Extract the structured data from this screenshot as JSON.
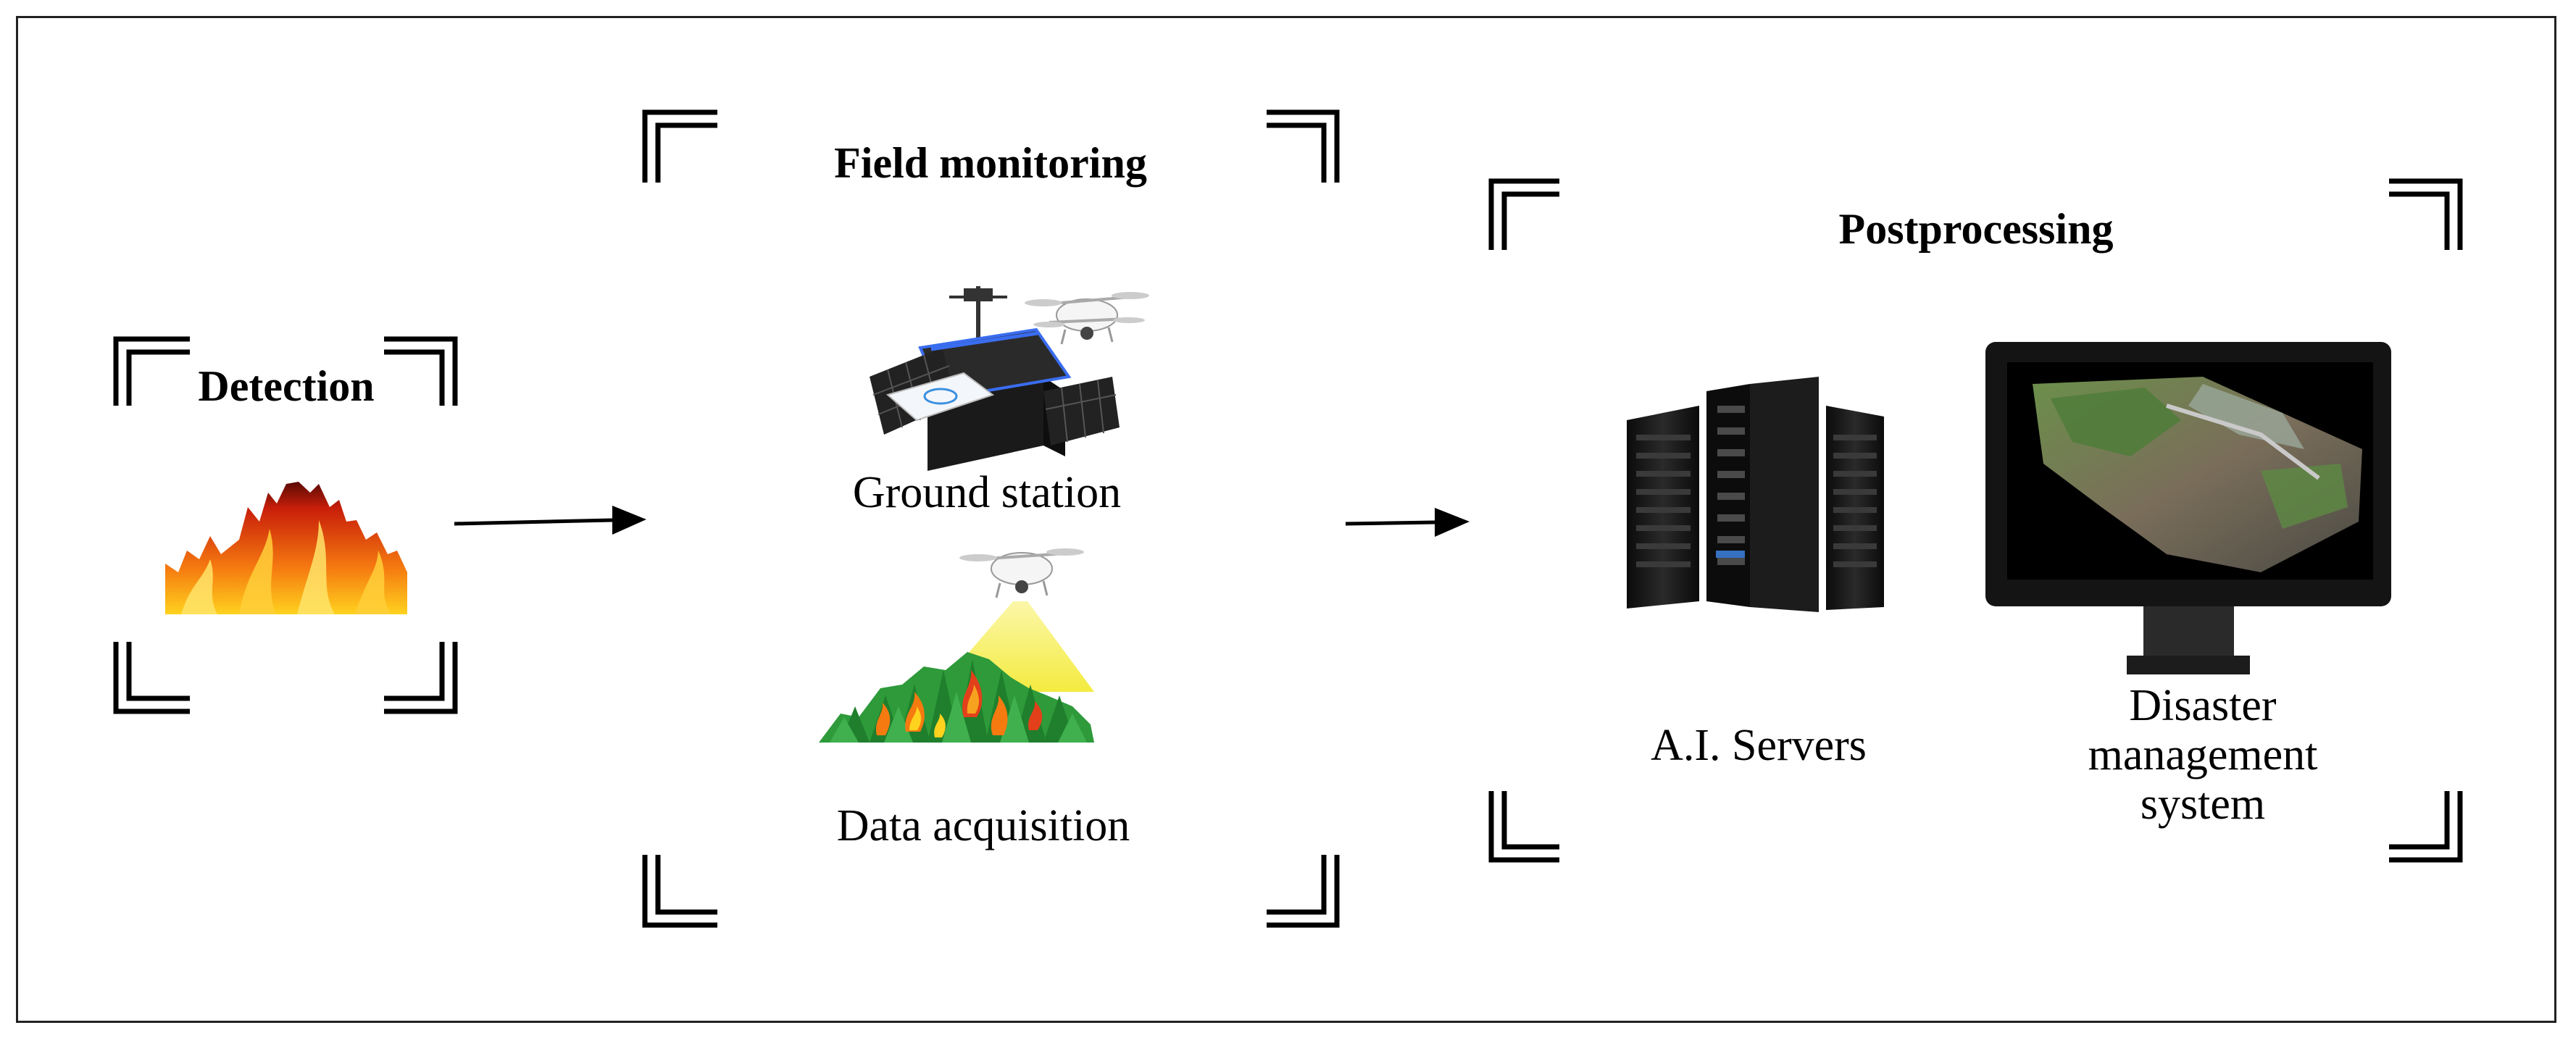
{
  "sections": {
    "detection": {
      "title": "Detection"
    },
    "field_monitoring": {
      "title": "Field monitoring",
      "items": [
        {
          "label": "Ground station"
        },
        {
          "label": "Data acquisition"
        }
      ]
    },
    "postprocessing": {
      "title": "Postprocessing",
      "items": [
        {
          "label": "A.I. Servers"
        },
        {
          "label_lines": [
            "Disaster",
            "management",
            "system"
          ]
        }
      ]
    }
  },
  "colors": {
    "fire_red": "#c81e0a",
    "fire_orange": "#f57a10",
    "fire_yellow": "#ffd21e",
    "forest_green": "#2e9a3a",
    "beam_yellow": "#f5ee3c",
    "server_dark": "#141414",
    "server_blue": "#3a7bd5",
    "terrain_green": "#4f7d3a"
  },
  "icons": [
    "fire-icon",
    "ground-station-icon",
    "drone-icon",
    "forest-fire-icon",
    "server-rack-icon",
    "monitor-icon",
    "arrow-icon",
    "corner-bracket-icon"
  ]
}
